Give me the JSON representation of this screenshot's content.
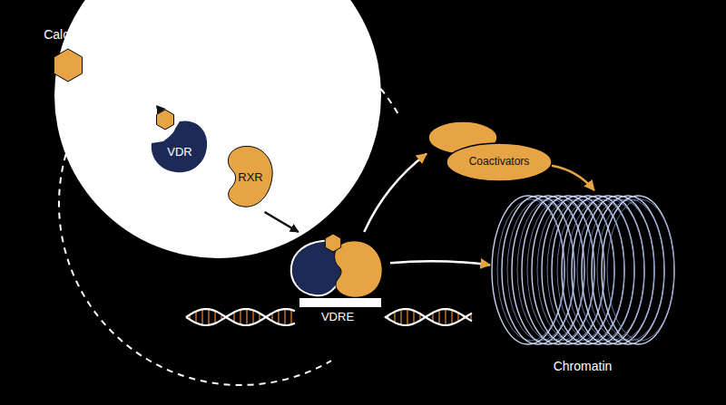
{
  "diagram": {
    "nodes": [
      {
        "text": [
          "Calcitriol"
        ]
      },
      {
        "text": [
          "VDR"
        ]
      },
      {
        "text": [
          "RXR"
        ]
      },
      {
        "text": [
          "VDRE"
        ]
      },
      {
        "text": [
          "Coactivators"
        ]
      },
      {
        "text": [
          "Chromatin"
        ]
      }
    ],
    "edges": [
      {
        "from": 0,
        "to": 1,
        "arrow": "to"
      },
      {
        "from": 2,
        "to": 3,
        "arrow": "to"
      },
      {
        "from": 3,
        "to": 4,
        "arrow": "to"
      },
      {
        "from": 4,
        "to": 5,
        "arrow": "to"
      },
      {
        "from": 3,
        "to": 5,
        "arrow": "to"
      }
    ]
  }
}
